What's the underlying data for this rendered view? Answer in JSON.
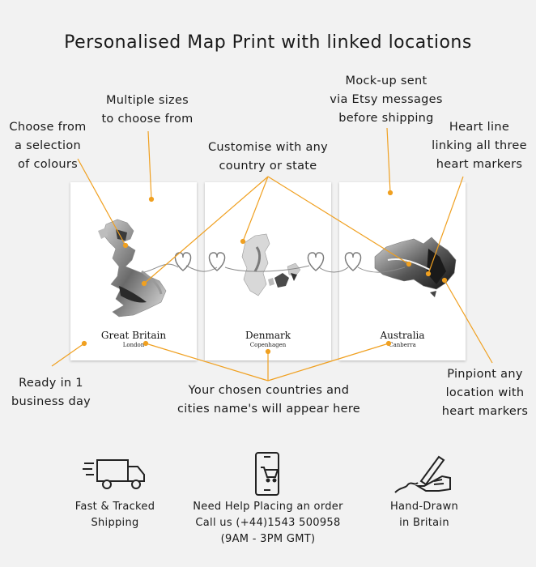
{
  "title": "Personalised Map Print with linked locations",
  "annotations": {
    "colours": [
      "Choose from",
      "a selection",
      "of colours"
    ],
    "sizes": [
      "Multiple sizes",
      "to choose from"
    ],
    "customise": [
      "Customise with any",
      "country or state"
    ],
    "mockup": [
      "Mock-up sent",
      "via Etsy messages",
      "before shipping"
    ],
    "heartline": [
      "Heart line",
      "linking all three",
      "heart markers"
    ],
    "ready": [
      "Ready in 1",
      "business day"
    ],
    "names": [
      "Your chosen countries and",
      "cities name's will appear here"
    ],
    "pinpoint": [
      "Pinpiont any",
      "location with",
      "heart markers"
    ]
  },
  "posters": [
    {
      "country": "Great Britain",
      "city": "London"
    },
    {
      "country": "Denmark",
      "city": "Copenhagen"
    },
    {
      "country": "Australia",
      "city": "Canberra"
    }
  ],
  "features": {
    "shipping": [
      "Fast & Tracked",
      "Shipping"
    ],
    "help": [
      "Need Help Placing an order",
      "Call us (+44)1543 500958",
      "(9AM - 3PM GMT)"
    ],
    "handdrawn": [
      "Hand-Drawn",
      "in Britain"
    ]
  },
  "icons": {
    "shipping": "delivery-truck-icon",
    "help": "phone-cart-icon",
    "handdrawn": "hand-drawing-icon"
  },
  "colors": {
    "accent": "#f0a020",
    "background": "#f2f2f2",
    "poster": "#ffffff"
  }
}
